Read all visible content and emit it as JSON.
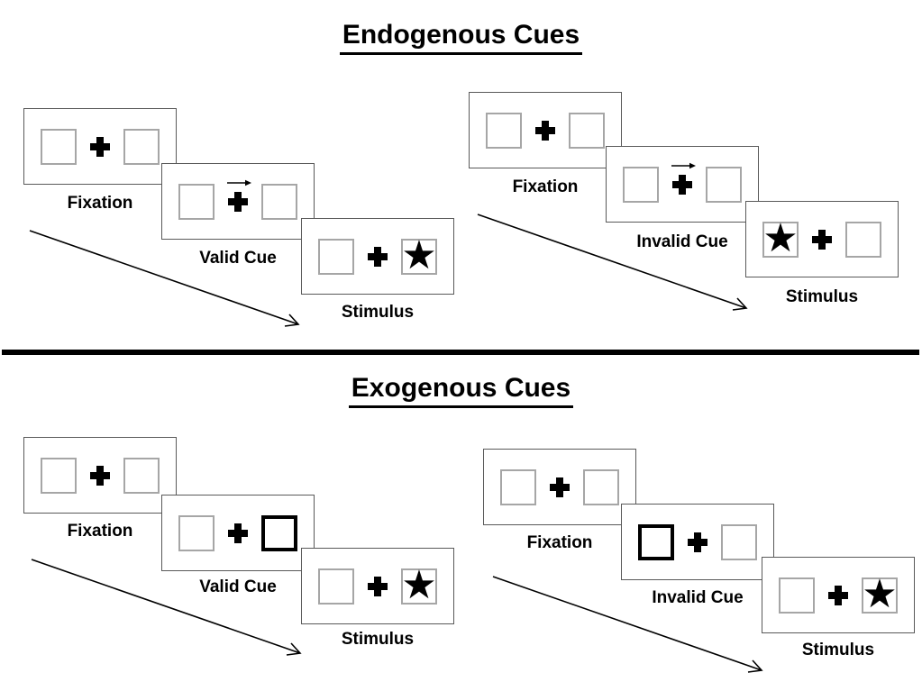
{
  "sections": [
    {
      "title": "Endogenous Cues",
      "trials": [
        {
          "name": "valid",
          "panel_labels": [
            "Fixation",
            "Valid Cue",
            "Stimulus"
          ],
          "cue": "central arrow pointing right above fixation cross",
          "stimulus_star_side": "right"
        },
        {
          "name": "invalid",
          "panel_labels": [
            "Fixation",
            "Invalid Cue",
            "Stimulus"
          ],
          "cue": "central arrow pointing right above fixation cross",
          "stimulus_star_side": "left"
        }
      ]
    },
    {
      "title": "Exogenous Cues",
      "trials": [
        {
          "name": "valid",
          "panel_labels": [
            "Fixation",
            "Valid Cue",
            "Stimulus"
          ],
          "cue": "right peripheral box bold",
          "stimulus_star_side": "right"
        },
        {
          "name": "invalid",
          "panel_labels": [
            "Fixation",
            "Invalid Cue",
            "Stimulus"
          ],
          "cue": "left peripheral box bold",
          "stimulus_star_side": "right"
        }
      ]
    }
  ],
  "glyphs": {
    "star": "★"
  },
  "colors": {
    "ink": "#000000",
    "panel_border": "#595959",
    "box_border": "#a6a6a6",
    "bold_box_border": "#000000",
    "background": "#ffffff"
  }
}
